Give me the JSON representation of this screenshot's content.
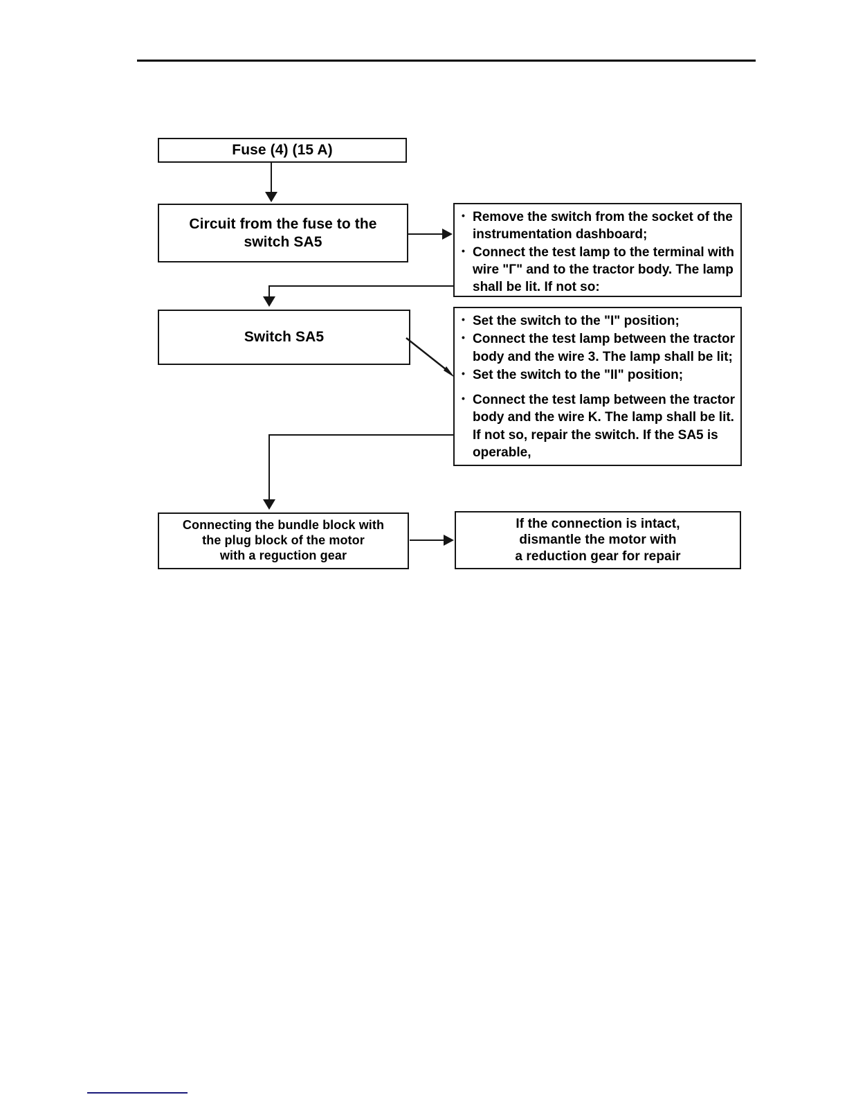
{
  "document": {
    "title": "Fuse / Switch SA5 troubleshooting flowchart",
    "rule_color": "#000000",
    "footer_rule_color": "#1a1a7a"
  },
  "flow": {
    "fuse_box": {
      "label": "Fuse (4) (15 A)"
    },
    "circuit_box": {
      "label": "Circuit from the fuse to the\nswitch SA5"
    },
    "switch_box": {
      "label": "Switch SA5"
    },
    "connect_box": {
      "label": "Connecting the bundle block with\nthe plug block of the motor\nwith a reguction gear"
    },
    "dismantle_box": {
      "label": "If the connection is intact,\ndismantle the motor with\na reduction gear for repair"
    },
    "circuit_checks": {
      "items": [
        "Remove the switch from the socket of the instrumentation dashboard;",
        "Connect the test lamp to the terminal with wire \"Г\" and to the tractor body. The lamp shall be lit. If not so:"
      ]
    },
    "switch_checks": {
      "items": [
        "Set the switch to the \"I\" position;",
        "Connect the test lamp between the tractor body and the wire 3. The lamp shall be lit;",
        "Set the switch to the \"II\" position;",
        "Connect the test lamp between the tractor body and the wire K. The lamp shall be lit. If not so, repair the switch. If the SA5 is operable,"
      ]
    }
  }
}
